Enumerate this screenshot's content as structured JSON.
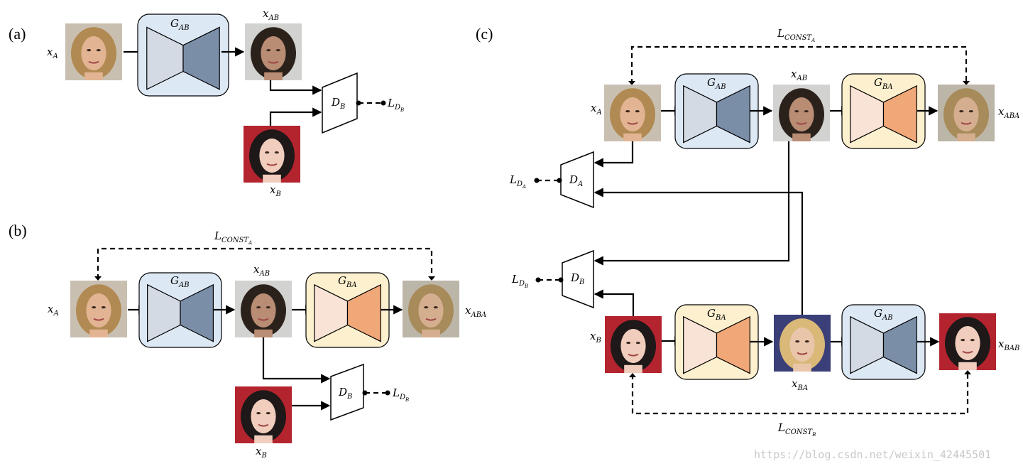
{
  "panels": {
    "a": "(a)",
    "b": "(b)",
    "c": "(c)"
  },
  "labels": {
    "xA": "x",
    "xA_sub": "A",
    "xB": "x",
    "xB_sub": "B",
    "xAB": "x",
    "xAB_sub": "AB",
    "xBA": "x",
    "xBA_sub": "BA",
    "xABA": "x",
    "xABA_sub": "ABA",
    "xBAB": "x",
    "xBAB_sub": "BAB",
    "GAB": "G",
    "GAB_sub": "AB",
    "GBA": "G",
    "GBA_sub": "BA",
    "DA": "D",
    "DA_sub": "A",
    "DB": "D",
    "DB_sub": "B",
    "LDA": "L",
    "LDA_sub": "D",
    "LDA_subsub": "A",
    "LDB": "L",
    "LDB_sub": "D",
    "LDB_subsub": "B",
    "LCONSTA": "L",
    "LCONSTA_sub": "CONST",
    "LCONSTA_subsub": "A",
    "LCONSTB": "L",
    "LCONSTB_sub": "CONST",
    "LCONSTB_subsub": "B"
  },
  "colors": {
    "gab_fill": "#dde8f5",
    "gab_dark": "#7b8ea8",
    "gab_light": "#d3dae4",
    "gba_fill": "#fdf0cf",
    "gba_dark": "#f0a878",
    "gba_light": "#f9e3d6",
    "face_a_bg": "#c9bfb0",
    "face_a_hair": "#b08a52",
    "face_a_skin": "#e3b493",
    "face_ab_bg": "#d2d2d0",
    "face_ab_hair": "#2b211b",
    "face_ab_skin": "#b98c74",
    "face_b_bg": "#b4242e",
    "face_b_hair": "#1e1818",
    "face_b_skin": "#f0cdbd",
    "face_ba_bg": "#3b3f78",
    "face_ba_hair": "#d9b878",
    "face_ba_skin": "#e9c6a9",
    "face_aba_bg": "#bcb6a8",
    "face_aba_hair": "#a88b5a",
    "face_aba_skin": "#d5ae90"
  },
  "watermark": "https://blog.csdn.net/weixin_42445501"
}
